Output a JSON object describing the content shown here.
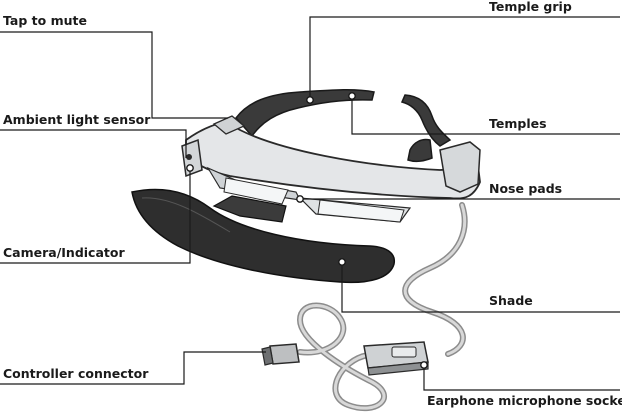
{
  "labels": {
    "tap_to_mute": "Tap to mute",
    "temple_grip": "Temple grip",
    "ambient_light_sensor": "Ambient light sensor",
    "temples": "Temples",
    "nose_pads": "Nose pads",
    "camera_indicator": "Camera/Indicator",
    "shade": "Shade",
    "controller_connector": "Controller connector",
    "earphone_microphone_socket": "Earphone microphone socket"
  },
  "colors": {
    "leader_line": "#1a1a1a",
    "temple_dark": "#3a3a3a",
    "frame_light": "#e4e6e8",
    "frame_outline": "#2a2a2a",
    "shade_dark": "#2e2e2e",
    "cable_gray": "#9a9a9a"
  }
}
